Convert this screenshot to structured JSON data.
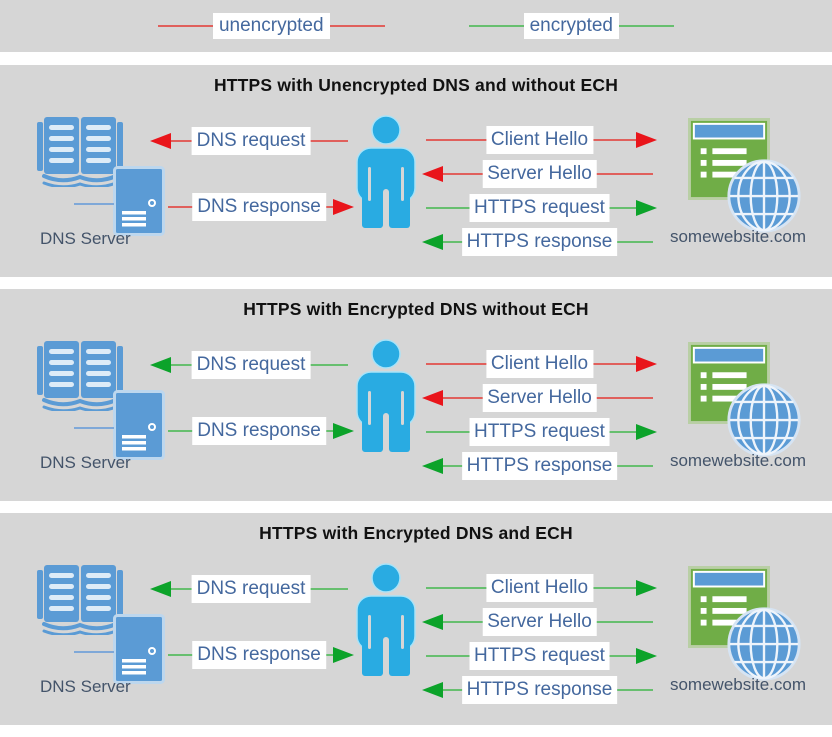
{
  "legend": {
    "items": [
      {
        "label": "unencrypted",
        "color": "#e0605c"
      },
      {
        "label": "encrypted",
        "color": "#67bf6f"
      }
    ]
  },
  "colors": {
    "panel_bg": "#d6d6d6",
    "red_line": "#e0605c",
    "red_head": "#e9151b",
    "green_line": "#67bf6f",
    "green_head": "#0ca32a",
    "icon_blue": "#5b9bd5",
    "icon_blue_light": "#bdd7ee",
    "person_blue": "#29abe2",
    "window_green": "#70ad47",
    "label_text": "#44689e",
    "caption_text": "#44546a",
    "title_text": "#111111",
    "connector": "#7fa8d8"
  },
  "icons": {
    "dns_server": [
      "open-book-icon",
      "server-icon"
    ],
    "client": "person-icon",
    "website": [
      "browser-window-icon",
      "globe-icon"
    ],
    "arrowheads": "arrowhead-icon"
  },
  "panels": [
    {
      "title": "HTTPS with Unencrypted DNS and without ECH",
      "dns_server_caption": "DNS Server",
      "website_caption": "somewebsite.com",
      "arrows": {
        "dns_request": {
          "label": "DNS request",
          "direction": "left",
          "encrypted": false
        },
        "dns_response": {
          "label": "DNS response",
          "direction": "right",
          "encrypted": false
        },
        "client_hello": {
          "label": "Client Hello",
          "direction": "right",
          "encrypted": false
        },
        "server_hello": {
          "label": "Server Hello",
          "direction": "left",
          "encrypted": false
        },
        "https_request": {
          "label": "HTTPS request",
          "direction": "right",
          "encrypted": true
        },
        "https_response": {
          "label": "HTTPS response",
          "direction": "left",
          "encrypted": true
        }
      }
    },
    {
      "title": "HTTPS with Encrypted DNS without ECH",
      "dns_server_caption": "DNS Server",
      "website_caption": "somewebsite.com",
      "arrows": {
        "dns_request": {
          "label": "DNS request",
          "direction": "left",
          "encrypted": true
        },
        "dns_response": {
          "label": "DNS response",
          "direction": "right",
          "encrypted": true
        },
        "client_hello": {
          "label": "Client Hello",
          "direction": "right",
          "encrypted": false
        },
        "server_hello": {
          "label": "Server Hello",
          "direction": "left",
          "encrypted": false
        },
        "https_request": {
          "label": "HTTPS request",
          "direction": "right",
          "encrypted": true
        },
        "https_response": {
          "label": "HTTPS response",
          "direction": "left",
          "encrypted": true
        }
      }
    },
    {
      "title": "HTTPS with Encrypted DNS and ECH",
      "dns_server_caption": "DNS Server",
      "website_caption": "somewebsite.com",
      "arrows": {
        "dns_request": {
          "label": "DNS request",
          "direction": "left",
          "encrypted": true
        },
        "dns_response": {
          "label": "DNS response",
          "direction": "right",
          "encrypted": true
        },
        "client_hello": {
          "label": "Client Hello",
          "direction": "right",
          "encrypted": true
        },
        "server_hello": {
          "label": "Server Hello",
          "direction": "left",
          "encrypted": true
        },
        "https_request": {
          "label": "HTTPS request",
          "direction": "right",
          "encrypted": true
        },
        "https_response": {
          "label": "HTTPS response",
          "direction": "left",
          "encrypted": true
        }
      }
    }
  ]
}
